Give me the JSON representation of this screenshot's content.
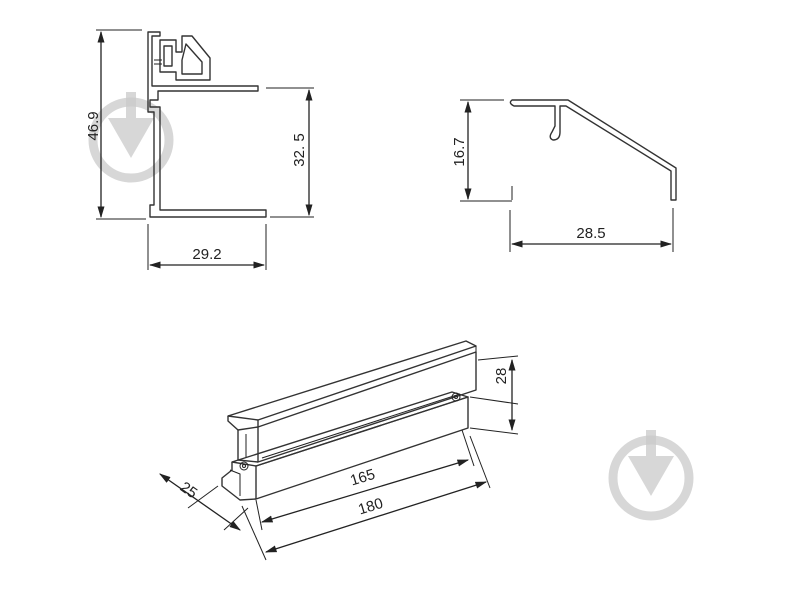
{
  "profile_section": {
    "height_total": "46.9",
    "height_inner": "32. 5",
    "width": "29.2"
  },
  "cover_section": {
    "height": "16.7",
    "width": "28.5"
  },
  "iso_view": {
    "height": "28",
    "depth": "25",
    "inner_length": "165",
    "outer_length": "180"
  },
  "watermark": {
    "icon": "download-arrow-icon",
    "color": "#c9c9c9"
  }
}
